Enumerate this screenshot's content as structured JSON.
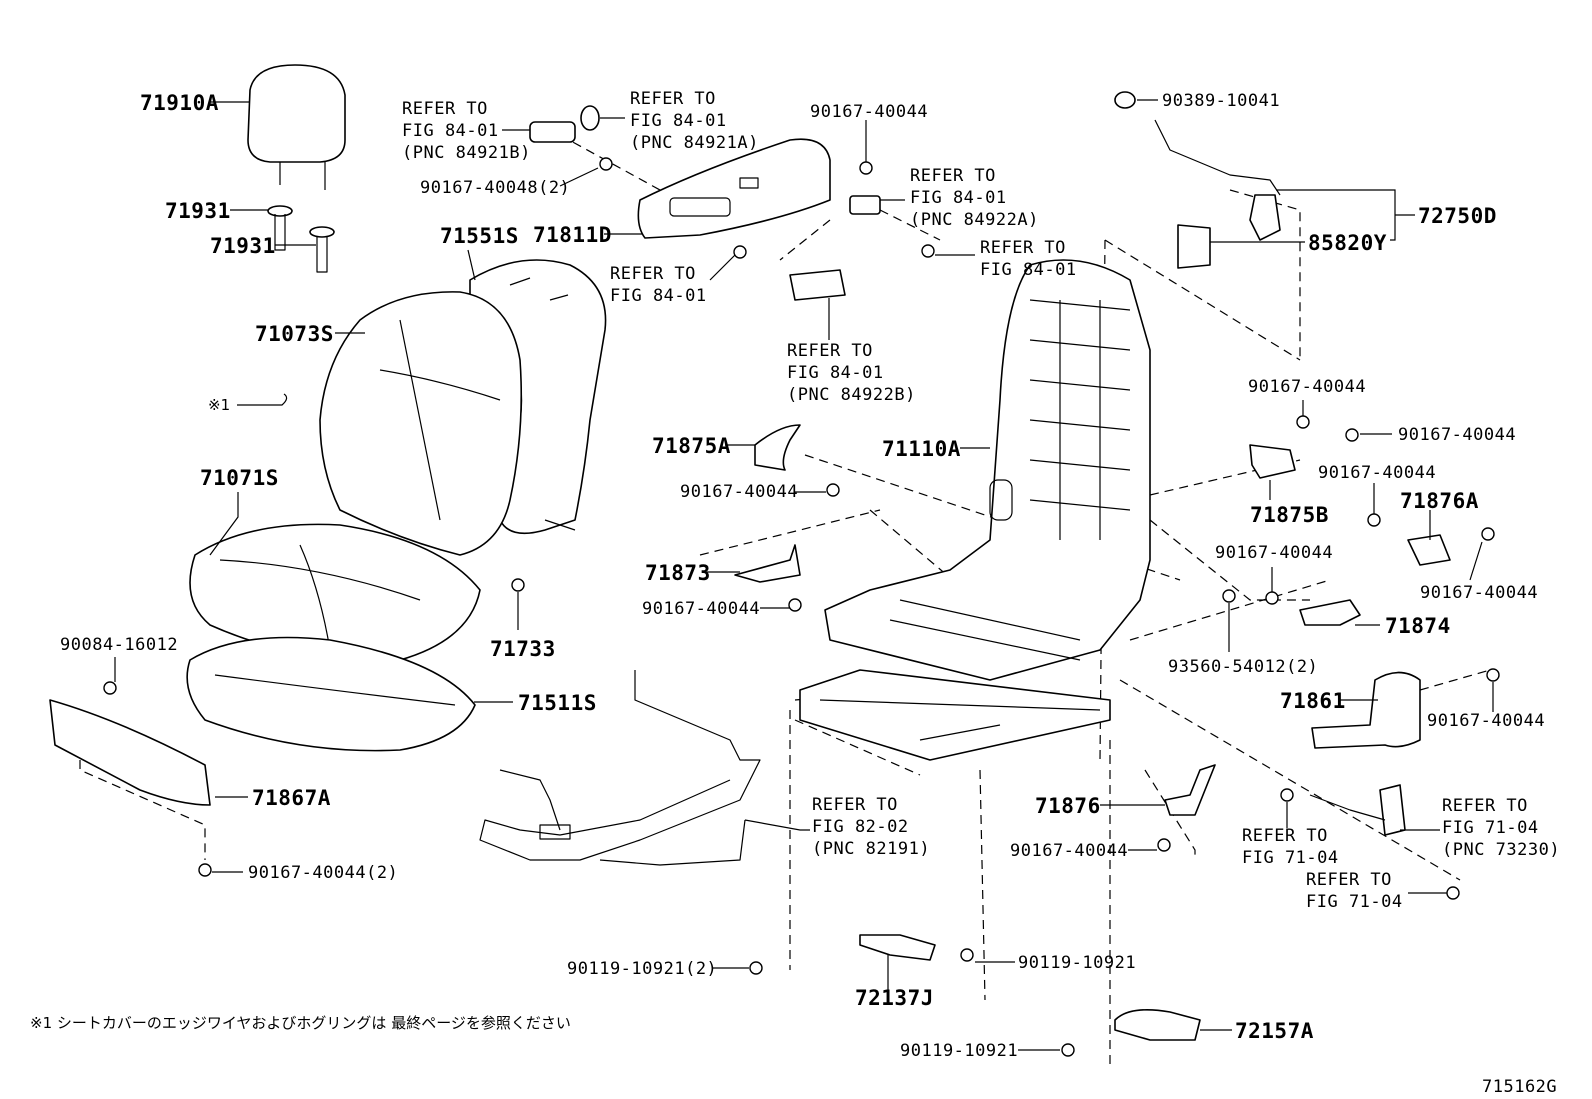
{
  "figure_id": "715162G",
  "footnote": "※1 シートカバーのエッジワイヤおよびホグリングは 最終ページを参照ください",
  "asterisk_marker": "※1",
  "labels": {
    "p71910A": "71910A",
    "p71931a": "71931",
    "p71931b": "71931",
    "p71551S": "71551S",
    "p71073S": "71073S",
    "p71071S": "71071S",
    "p71733": "71733",
    "p71511S": "71511S",
    "p71867A": "71867A",
    "p90084": "90084-16012",
    "p90167_2a": "90167-40044(2)",
    "p90167_48": "90167-40048(2)",
    "p71811D": "71811D",
    "p90167_top": "90167-40044",
    "p90389": "90389-10041",
    "p72750D": "72750D",
    "p85820Y": "85820Y",
    "p71875A": "71875A",
    "p90167_a": "90167-40044",
    "p71110A": "71110A",
    "p71873": "71873",
    "p90167_b": "90167-40044",
    "p90167_c": "90167-40044",
    "p90167_d": "90167-40044",
    "p71875B": "71875B",
    "p90167_e": "90167-40044",
    "p71876A": "71876A",
    "p90167_f": "90167-40044",
    "p90167_g": "90167-40044",
    "p71874": "71874",
    "p93560": "93560-54012(2)",
    "p71861": "71861",
    "p90167_h": "90167-40044",
    "p71876": "71876",
    "p90167_i": "90167-40044",
    "p90119_a": "90119-10921(2)",
    "p90119_b": "90119-10921",
    "p72137J": "72137J",
    "p90119_c": "90119-10921",
    "p72157A": "72157A"
  },
  "refs": {
    "r1": [
      "REFER TO",
      "FIG 84-01",
      "(PNC 84921B)"
    ],
    "r2": [
      "REFER TO",
      "FIG 84-01",
      "(PNC 84921A)"
    ],
    "r3": [
      "REFER TO",
      "FIG 84-01",
      "(PNC 84922A)"
    ],
    "r4": [
      "REFER TO",
      "FIG 84-01"
    ],
    "r5": [
      "REFER TO",
      "FIG 84-01"
    ],
    "r6": [
      "REFER TO",
      "FIG 84-01",
      "(PNC 84922B)"
    ],
    "r7": [
      "REFER TO",
      "FIG 82-02",
      "(PNC 82191)"
    ],
    "r8": [
      "REFER TO",
      "FIG 71-04"
    ],
    "r9": [
      "REFER TO",
      "FIG 71-04",
      "(PNC 73230)"
    ],
    "r10": [
      "REFER TO",
      "FIG 71-04"
    ]
  }
}
